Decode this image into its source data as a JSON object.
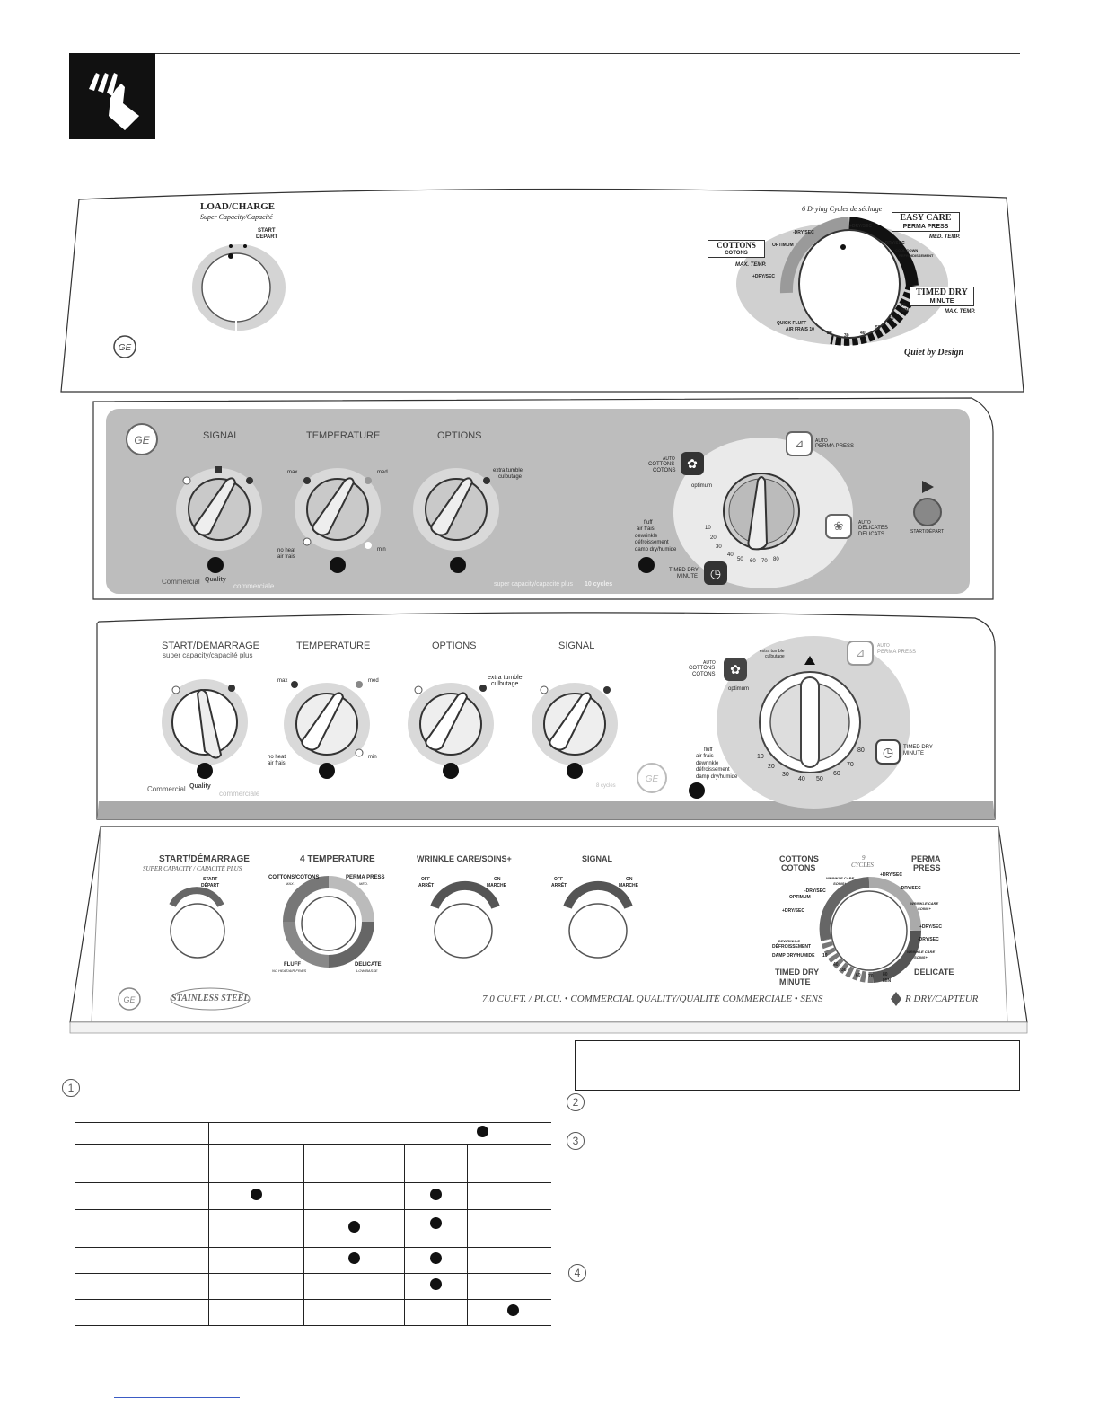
{
  "panel1": {
    "load_title": "LOAD/CHARGE",
    "load_sub": "Super Capacity/Capacité",
    "start_label": "START",
    "depart_label": "DEPART",
    "cycles_title": "6 Drying Cycles de séchage",
    "cottons": "COTTONS",
    "cotons": "COTONS",
    "max_temp": "MAX. TEMP.",
    "easy_care": "EASY CARE",
    "perma_press": "PERMA PRESS",
    "med_temp": "MED. TEMP.",
    "timed_dry": "TIMED DRY",
    "minute": "MINUTE",
    "max_temp2": "MAX. TEMP.",
    "dry_sec_1": "-DRY/SEC",
    "optimum": "OPTIMUM",
    "plus_dry_sec": "+DRY/SEC",
    "plus_dry_sec_2": "+DRY/SEC",
    "dry_sec_2": "-DRY/SEC",
    "cool_down": "COOL DOWN",
    "refroidissement": "REFROIDISSEMENT",
    "quick_fluff": "QUICK FLUFF",
    "air_frais": "AIR FRAIS 10",
    "t20": "20",
    "t30": "30",
    "t40": "40",
    "t50": "50",
    "t60": "60",
    "t70": "70",
    "min": "MIN",
    "quiet": "Quiet by Design"
  },
  "panel2": {
    "signal": "SIGNAL",
    "temperature": "TEMPERATURE",
    "options": "OPTIONS",
    "max": "max",
    "med": "med",
    "min": "min",
    "no_heat": "no heat",
    "air_frais": "air frais",
    "extra_tumble": "extra tumble",
    "culbutage": "culbutage",
    "auto": "AUTO",
    "cottons": "COTTONS",
    "cotons": "COTONS",
    "perma_press": "PERMA PRESS",
    "delicates": "DELICATES",
    "delicats": "DELICATS",
    "optimum": "optimum",
    "fluff": "fluff",
    "air_frais2": "air frais",
    "dewrinkle": "dewrinkle",
    "defroissement": "défroissement",
    "damp_dry": "damp dry/humide",
    "timed_dry": "TIMED DRY",
    "minute": "MINUTE",
    "start_depart": "START/DÉPART",
    "commercial": "Commercial",
    "quality": "Quality",
    "qualite_commerciale": "commerciale",
    "super_capacity": "super capacity/capacité plus",
    "cycles": "10 cycles",
    "t10": "10",
    "t20": "20",
    "t30": "30",
    "t40": "40",
    "t50": "50",
    "t60": "60",
    "t70": "70",
    "t80": "80"
  },
  "panel3": {
    "start": "START/DÉMARRAGE",
    "super_capacity": "super capacity/capacité plus",
    "temperature": "TEMPERATURE",
    "options": "OPTIONS",
    "signal": "SIGNAL",
    "max": "max",
    "med": "med",
    "min": "min",
    "no_heat": "no heat",
    "air_frais": "air frais",
    "extra_tumble": "extra tumble",
    "culbutage": "culbutage",
    "auto": "AUTO",
    "cottons": "COTTONS",
    "cotons": "COTONS",
    "perma_press": "PERMA PRESS",
    "optimum": "optimum",
    "timed_dry": "TIMED DRY",
    "minute": "MINUTE",
    "fluff": "fluff",
    "air_frais2": "air frais",
    "dewrinkle": "dewrinkle",
    "defroissement": "défroissement",
    "damp_dry": "damp dry/humide",
    "commercial": "Commercial",
    "quality": "Quality",
    "qualite_commerciale": "commerciale",
    "cycles": "8 cycles",
    "t10": "10",
    "t20": "20",
    "t30": "30",
    "t40": "40",
    "t50": "50",
    "t60": "60",
    "t70": "70",
    "t80": "80"
  },
  "panel4": {
    "start": "START/DÉMARRAGE",
    "super_capacity": "SUPER CAPACITY / CAPACITÉ PLUS",
    "start_label": "START",
    "depart_label": "DÉPART",
    "temperature": "4 TEMPERATURE",
    "cottons_cotons": "COTTONS/COTONS",
    "max": "MAX.",
    "perma_press": "PERMA PRESS",
    "med": "MED.",
    "fluff": "FLUFF",
    "no_heat": "NO HEAT/AIR FRAIS",
    "delicate": "DELICATE",
    "low": "LOW/BASSE",
    "wrinkle_care": "WRINKLE CARE/SOINS+",
    "off": "OFF",
    "arret": "ARRÊT",
    "on": "ON",
    "marche": "MARCHE",
    "signal": "SIGNAL",
    "off2": "OFF",
    "arret2": "ARRÊT",
    "on2": "ON",
    "marche2": "MARCHE",
    "cottons": "COTTONS",
    "cotons": "COTONS",
    "nine_cycles": "9",
    "cycles": "CYCLES",
    "perma": "PERMA",
    "press": "PRESS",
    "wrinkle_soins": "WRINKLE CARE",
    "soins": "SOINS+",
    "dry_sec_a": "-DRY/SEC",
    "plus_dry_sec_a": "+DRY/SEC",
    "optimum": "OPTIMUM",
    "dry_sec_b": "-DRY/SEC",
    "plus_dry_sec_b": "+DRY/SEC",
    "plus_dry_sec_c": "+DRY/SEC",
    "dry_sec_c": "-DRY/SEC",
    "dewrinkle": "DEWRINKLE",
    "defroissement": "DÉFROISSEMENT",
    "damp_dry": "DAMP DRY/HUMIDE",
    "t10": "10",
    "timed_dry": "TIMED DRY",
    "minute": "MINUTE",
    "delicate2": "DELICATE",
    "t30": "30",
    "t40": "40",
    "t60": "60",
    "t70": "70",
    "t80": "80",
    "min": "MIN",
    "stainless": "STAINLESS STEEL",
    "capacity_line": "7.0 CU.FT. / PI.CU. • COMMERCIAL QUALITY/QUALITÉ COMMERCIALE • SENS",
    "capteur": "R DRY/CAPTEUR"
  },
  "page": {
    "step1": "1",
    "step2": "2",
    "step3": "3",
    "step4": "4"
  },
  "colors": {
    "panel_gray": "#bfbfbf",
    "dark": "#1a1a1a",
    "mid_gray": "#8a8a8a"
  }
}
